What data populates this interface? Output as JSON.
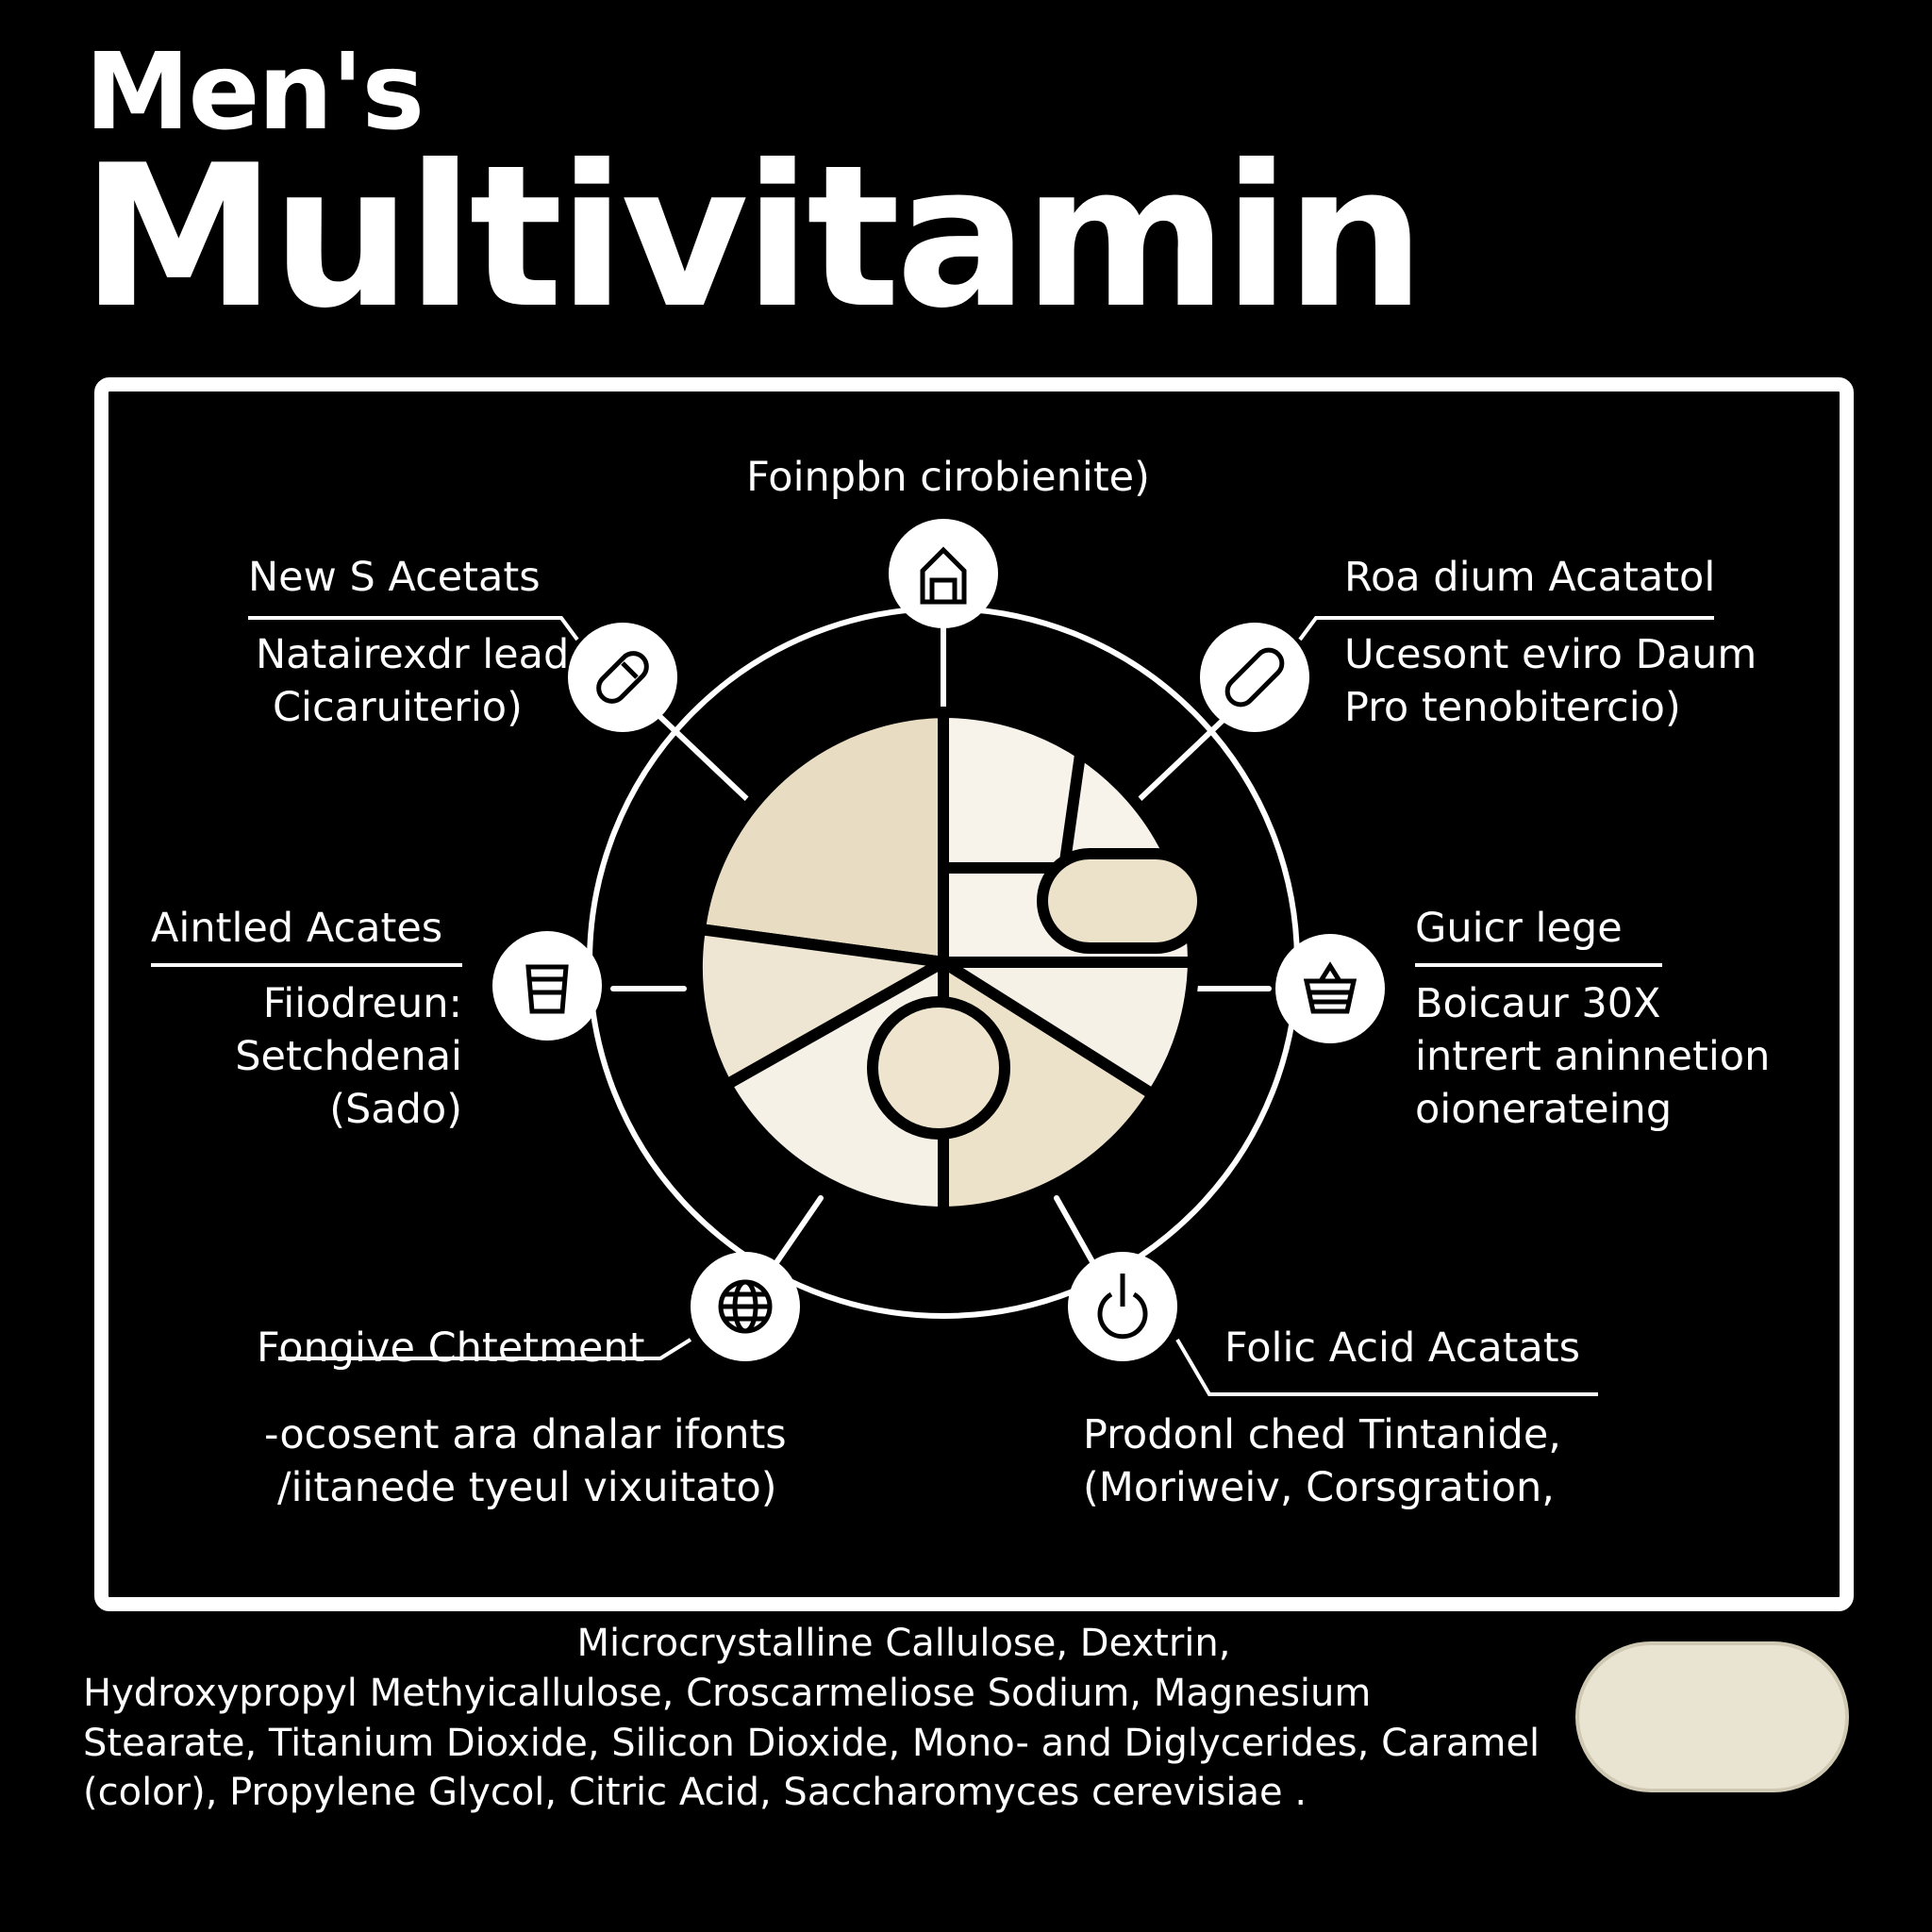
{
  "title": {
    "line1": "Men's",
    "line2": "Multivitamin"
  },
  "diagram": {
    "top": {
      "heading": "Foinpbn cirobienite)",
      "icon": "house-icon"
    },
    "top_left": {
      "heading": "New S Acetats",
      "desc": [
        "Natairexdr lead",
        "Cicaruiterio)"
      ],
      "icon": "capsule-icon"
    },
    "top_right": {
      "heading": "Roa dium Acatatol",
      "desc": [
        "Ucesont eviro Daum",
        "Pro tenobitercio)"
      ],
      "icon": "capsule-icon"
    },
    "middle_left": {
      "heading": "Aintled Acates",
      "desc": [
        "Fiiodreun:",
        "Setchdenai",
        "(Sado)"
      ],
      "icon": "jar-icon"
    },
    "middle_right": {
      "heading": "Guicr lege",
      "desc": [
        "Boicaur 30X",
        "intrert aninnetion",
        "oionerateing"
      ],
      "icon": "bowl-icon"
    },
    "bottom_left": {
      "heading": "Fongive Chtetment",
      "desc": [
        "-ocosent ara dnalar ifonts",
        "/iitanede tyeul vixuitato)"
      ],
      "icon": "globe-icon"
    },
    "bottom_right": {
      "heading": "Folic Acid Acatats",
      "desc": [
        "Prodonl ched Tintanide,",
        "(Moriweiv, Corsgration,"
      ],
      "icon": "power-icon"
    }
  },
  "ingredients": {
    "line1": "Microcrystalline Callulose, Dextrin,",
    "rest": "Hydroxypropyl Methyicallulose, Croscarmeliose Sodium, Magnesium Stearate, Titanium Dioxide, Silicon Dioxide, Mono- and Diglycerides, Caramel (color), Propylene Glycol, Citric Acid, Saccharomyces cerevisiae ."
  },
  "colors": {
    "background": "#000000",
    "foreground": "#ffffff",
    "tablet": "#e9e3d1",
    "pill_light": "#f3eee2",
    "pill_dark": "#e8dcc2"
  }
}
